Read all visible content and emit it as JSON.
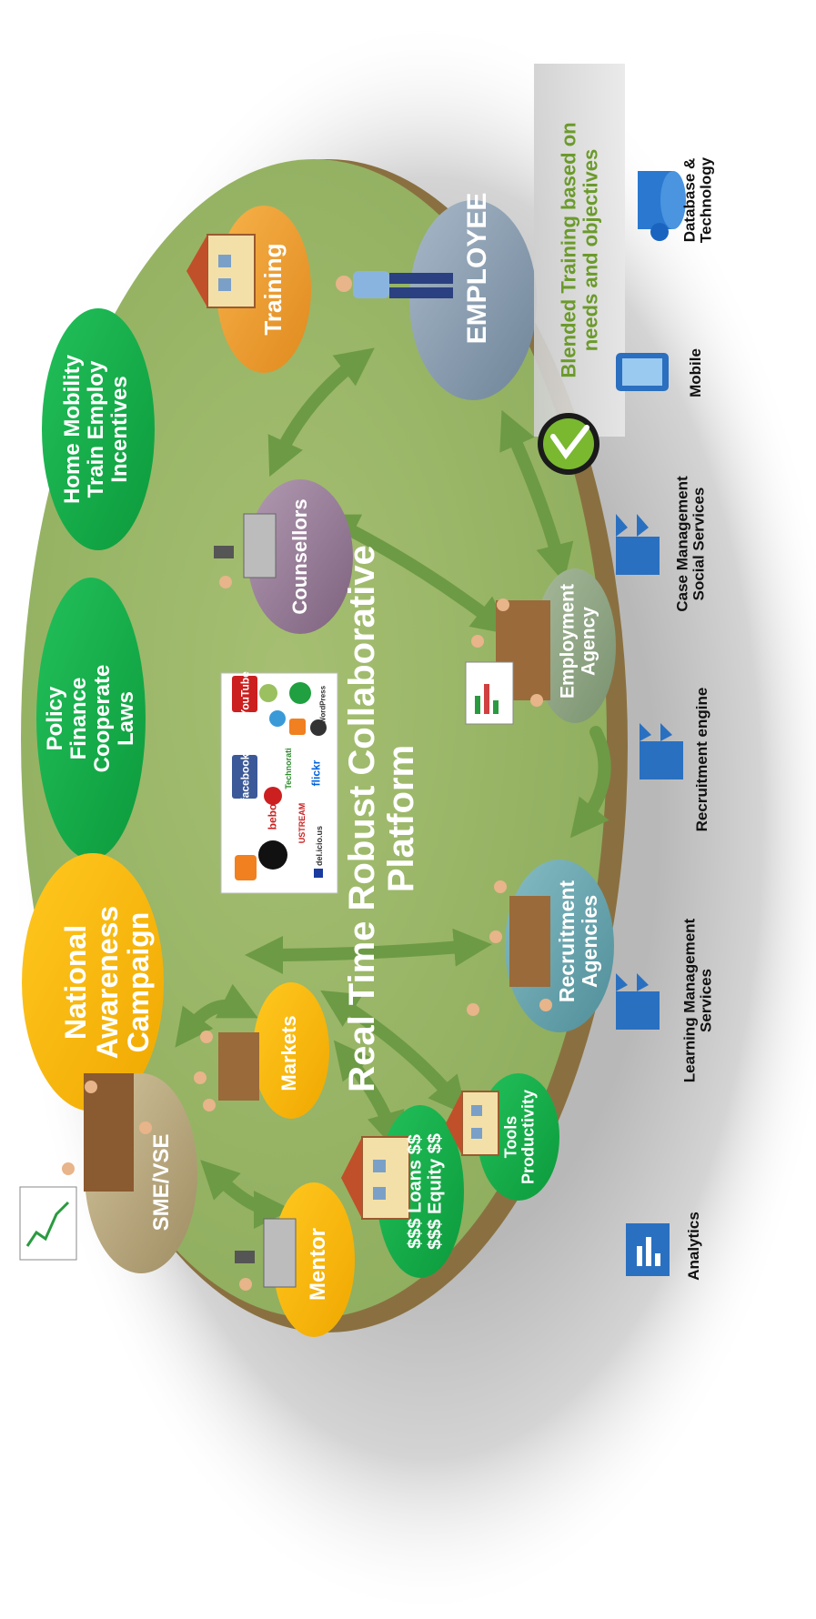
{
  "central_title": [
    "Real Time Robust Collaborative",
    "Platform"
  ],
  "nodes": {
    "sme": "SME/VSE",
    "mentor": "Mentor",
    "markets": "Markets",
    "training": "Training",
    "employee": "EMPLOYEE",
    "counsellors": "Counsellors",
    "employment_agency": [
      "Employment",
      "Agency"
    ],
    "recruitment_agencies": [
      "Recruitment",
      "Agencies"
    ],
    "loans": [
      "$$$   Loans $$",
      "$$$   Equity $$"
    ],
    "tools": [
      "Tools",
      "Productivity"
    ],
    "campaign": [
      "National",
      "Awareness",
      "Campaign"
    ],
    "policy": [
      "Policy",
      "Finance",
      "Cooperate",
      "Laws"
    ],
    "home_mobility": [
      "Home Mobility",
      "Train Employ",
      "Incentives"
    ]
  },
  "blended": [
    "Blended Training based on",
    "needs and objectives"
  ],
  "services": {
    "analytics": "Analytics",
    "learning": [
      "Learning Management",
      "Services"
    ],
    "recruitment_engine": "Recruitment engine",
    "case_management": [
      "Case Management",
      "Social Services"
    ],
    "mobile": "Mobile",
    "database": [
      "Database &",
      "Technology"
    ]
  },
  "social_logos": {
    "facebook": "facebook",
    "bebo": "bebo",
    "technorati": "Technorati",
    "ustream": "USTREAM",
    "flickr": "flickr",
    "delicious": "del.icio.us",
    "youtube": "YouTube",
    "wordpress": "WordPress"
  },
  "colors": {
    "platform": "#9ab56a",
    "platform_edge": "#8a7040",
    "arrow": "#6d9a45",
    "green_bubble": "#1aa84a",
    "yellow_bubble": "#f5b800",
    "orange_bubble": "#f0a030",
    "sme_bubble": "#bfae85",
    "employee_bubble": "#8fa3b6",
    "counsellor_bubble": "#9a7f9a",
    "agency_bubble": "#92a888",
    "recruit_bubble": "#6aa6b0",
    "building_blue": "#2a70c0"
  }
}
